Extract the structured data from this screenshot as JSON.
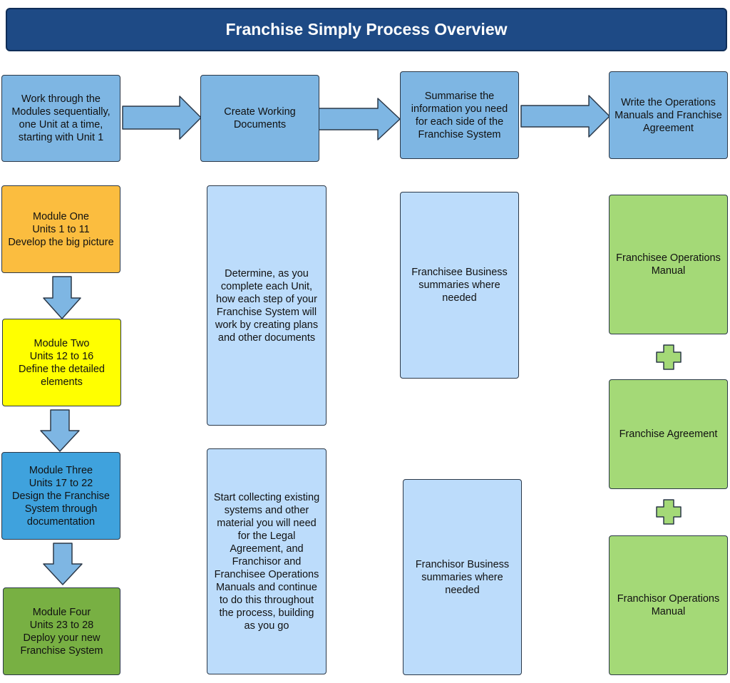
{
  "title": "Franchise Simply Process Overview",
  "steps": [
    "Work through the\nModules  sequentially,\none Unit at a time,\nstarting with Unit 1",
    "Create Working\nDocuments",
    "Summarise the\ninformation you need\nfor each side of the\nFranchise System",
    "Write the Operations\nManuals and Franchise\nAgreement"
  ],
  "modules": [
    "Module One\nUnits 1 to 11\nDevelop the big picture",
    "Module Two\nUnits 12 to 16\nDefine the detailed\nelements",
    "Module Three\nUnits 17 to 22\nDesign the Franchise\nSystem through\ndocumentation",
    "Module Four\nUnits 23 to 28\nDeploy your new\nFranchise System"
  ],
  "working_docs": [
    "Determine, as you\ncomplete each Unit,\nhow each step of your\nFranchise System will\nwork by creating plans\nand other documents",
    "Start collecting existing\nsystems and other\nmaterial you  will need\nfor the Legal\nAgreement, and\nFranchisor and\nFranchisee Operations\nManuals and continue\nto do this throughout\nthe process, building\nas you go"
  ],
  "summaries": [
    "Franchisee Business\nsummaries where\nneeded",
    "Franchisor Business\nsummaries where\nneeded"
  ],
  "outputs": [
    "Franchisee Operations\nManual",
    "Franchise Agreement",
    "Franchisor Operations\nManual"
  ],
  "colors": {
    "title_bar": "#1e4a85",
    "step_box": "#7eb6e3",
    "module_one": "#fbbd3f",
    "module_two": "#ffff00",
    "module_three": "#3fa2dd",
    "module_four": "#78b043",
    "light_box": "#bcdcfb",
    "green_box": "#a4d977",
    "arrow": "#7eb6e3",
    "plus": "#a4d977"
  }
}
